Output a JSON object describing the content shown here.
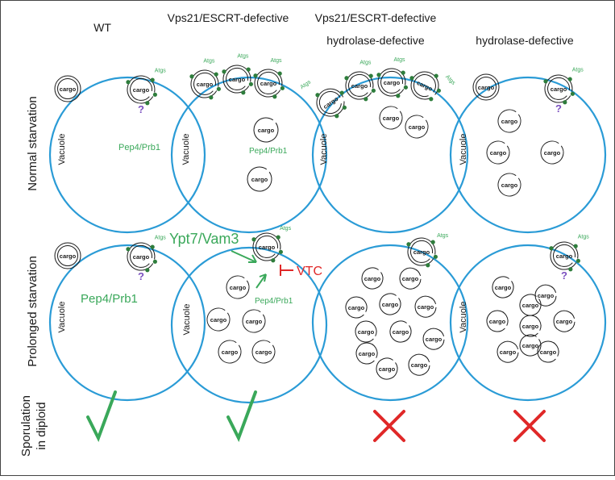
{
  "columns": [
    {
      "title": "WT"
    },
    {
      "title": "Vps21/ESCRT-defective"
    },
    {
      "title": "Vps21/ESCRT-defective",
      "subtitle": "hydrolase-defective"
    },
    {
      "title": "hydrolase-defective"
    }
  ],
  "rows": {
    "normal": "Normal starvation",
    "prolonged": "Prolonged starvation",
    "sporulation_line1": "Sporulation",
    "sporulation_line2": "in diploid"
  },
  "labels": {
    "vacuole": "Vacuole",
    "cargo": "cargo",
    "atgs": "Atgs",
    "hydrolases": "Pep4/Prb1",
    "question": "?",
    "ypt7": "Ypt7/Vam3",
    "vtc": "VTC"
  },
  "sporulation": [
    "check",
    "check",
    "cross",
    "cross"
  ],
  "colors": {
    "vacuole": "#2a9bd6",
    "green": "#3aa85a",
    "atg_dot": "#2e7d3c",
    "red": "#e02828",
    "question": "#7a4fbf",
    "ink": "#1a1a1a",
    "frame": "#444444"
  }
}
